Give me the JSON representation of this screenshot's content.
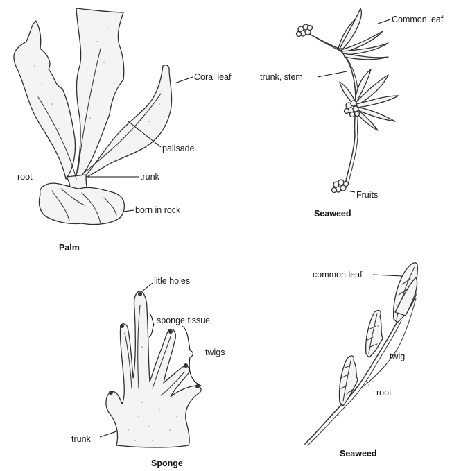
{
  "palm": {
    "caption": "Palm",
    "labels": {
      "coral_leaf": "Coral leaf",
      "palisade": "palisade",
      "root": "root",
      "trunk": "trunk",
      "born_in_rock": "born in rock"
    }
  },
  "seaweed_top": {
    "caption": "Seaweed",
    "labels": {
      "common_leaf": "Common leaf",
      "trunk_stem": "trunk, stem",
      "fruits": "Fruits"
    }
  },
  "sponge": {
    "caption": "Sponge",
    "labels": {
      "litle_holes": "litle holes",
      "sponge_tissue": "sponge tissue",
      "twigs": "twigs",
      "trunk": "trunk"
    }
  },
  "seaweed_bottom": {
    "caption": "Seaweed",
    "labels": {
      "common_leaf": "common leaf",
      "twig": "twig",
      "root": "root"
    }
  },
  "colors": {
    "ink": "#2e2e2e",
    "fill": "#f4f4f4",
    "background": "#ffffff"
  }
}
